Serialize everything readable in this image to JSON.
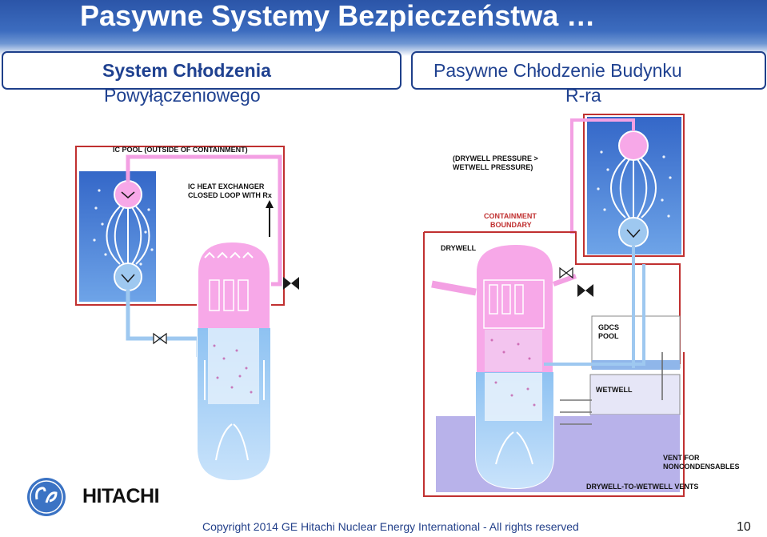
{
  "title": "Pasywne Systemy Bezpieczeństwa …",
  "tabs": {
    "left_line1": "System Chłodzenia",
    "left_line2": "Powyłączeniowego",
    "right_line1": "Pasywne Chłodzenie Budynku",
    "right_line2": "R-ra"
  },
  "labels": {
    "ic_pool": "IC POOL (OUTSIDE OF CONTAINMENT)",
    "ic_hx_1": "IC HEAT EXCHANGER",
    "ic_hx_2": "CLOSED LOOP WITH Rx",
    "drywell_pressure_1": "(DRYWELL PRESSURE >",
    "drywell_pressure_2": "WETWELL PRESSURE)",
    "containment_1": "CONTAINMENT",
    "containment_2": "BOUNDARY",
    "drywell": "DRYWELL",
    "gdcs_1": "GDCS",
    "gdcs_2": "POOL",
    "wetwell": "WETWELL",
    "vent_1": "VENT FOR",
    "vent_2": "NONCONDENSABLES",
    "vents": "DRYWELL-TO-WETWELL VENTS"
  },
  "footer": {
    "company": "HITACHI",
    "copyright": "Copyright 2014  GE Hitachi Nuclear Energy  International - All rights reserved",
    "page_number": "10"
  },
  "colors": {
    "title_blue": "#2b55a8",
    "tab_text": "#1f4190",
    "pool_blue": "#3f78d0",
    "pink": "#f7a8e8",
    "water": "#9ec8f0",
    "containment_red": "#c03030"
  }
}
